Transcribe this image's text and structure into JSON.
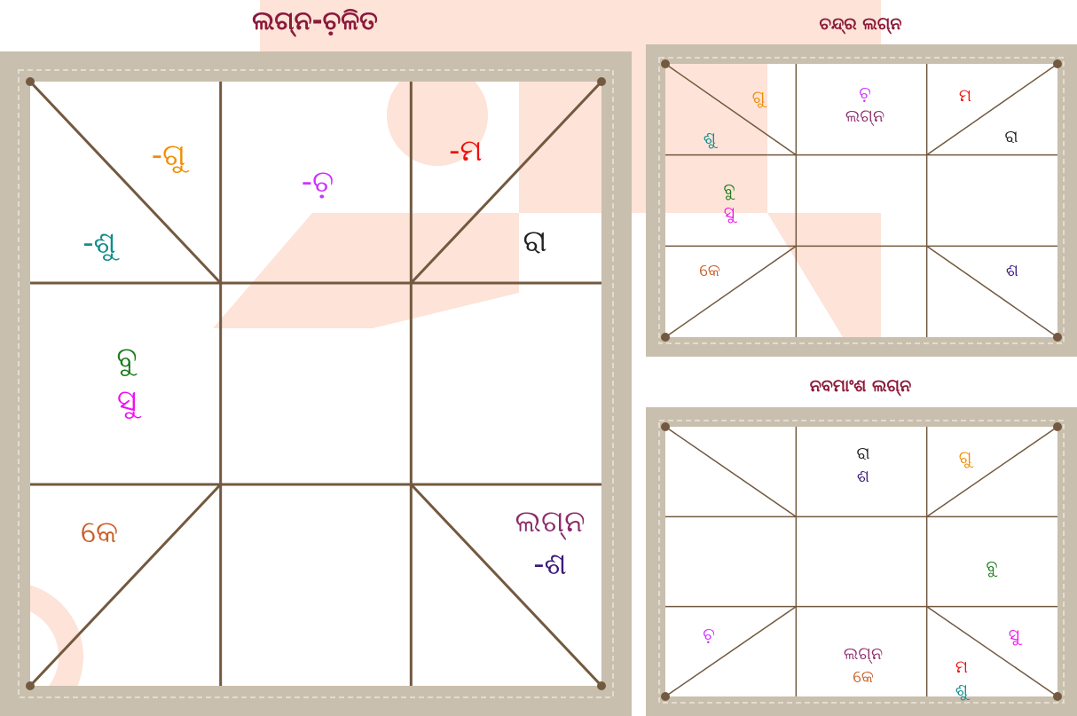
{
  "colors": {
    "frame_border": "#c9bfae",
    "frame_inner": "#ffffff",
    "line": "#73593f",
    "watermark": "#fde3d8",
    "title": "#8b1a3a"
  },
  "main_chart": {
    "title": "ଲଗ୍ନ-ଚ଼ଳିତ",
    "houses": [
      {
        "house": "top-left-upper",
        "planets": [
          {
            "text": "-ଗୁ",
            "color": "#f08c00"
          }
        ]
      },
      {
        "house": "top-center",
        "planets": [
          {
            "text": "-ଚ଼",
            "color": "#cc33ff"
          }
        ]
      },
      {
        "house": "top-right-upper",
        "planets": [
          {
            "text": "-ମ",
            "color": "#ee1111"
          }
        ]
      },
      {
        "house": "top-left-lower",
        "planets": [
          {
            "text": "-ଶୁ",
            "color": "#118c8c"
          }
        ]
      },
      {
        "house": "top-right-lower",
        "planets": [
          {
            "text": "ରା",
            "color": "#222222"
          }
        ]
      },
      {
        "house": "middle-left",
        "planets": [
          {
            "text": "ବୁ",
            "color": "#1a7a1a"
          },
          {
            "text": "ସୁ",
            "color": "#ee11ee"
          }
        ]
      },
      {
        "house": "bottom-left-upper",
        "planets": [
          {
            "text": "କେ",
            "color": "#c8602a"
          }
        ]
      },
      {
        "house": "bottom-right-upper",
        "planets": [
          {
            "text": "ଲଗ୍ନ",
            "color": "#8b2a6a"
          },
          {
            "text": "-ଶ",
            "color": "#3a1a7a"
          }
        ]
      }
    ]
  },
  "chandra_chart": {
    "title": "ଚନ୍ଦ୍ର ଲଗ୍ନ",
    "houses": [
      {
        "house": "top-left-upper",
        "planets": [
          {
            "text": "ଗୁ",
            "color": "#f08c00"
          }
        ]
      },
      {
        "house": "top-center",
        "planets": [
          {
            "text": "ଚ଼",
            "color": "#cc33ff"
          },
          {
            "text": "ଲଗ୍ନ",
            "color": "#8b2a6a"
          }
        ]
      },
      {
        "house": "top-right-upper",
        "planets": [
          {
            "text": "ମ",
            "color": "#ee1111"
          }
        ]
      },
      {
        "house": "top-left-lower",
        "planets": [
          {
            "text": "ଶୁ",
            "color": "#118c8c"
          }
        ]
      },
      {
        "house": "top-right-lower",
        "planets": [
          {
            "text": "ରା",
            "color": "#222222"
          }
        ]
      },
      {
        "house": "middle-left",
        "planets": [
          {
            "text": "ବୁ",
            "color": "#1a7a1a"
          },
          {
            "text": "ସୁ",
            "color": "#ee11ee"
          }
        ]
      },
      {
        "house": "bottom-left-upper",
        "planets": [
          {
            "text": "କେ",
            "color": "#c8602a"
          }
        ]
      },
      {
        "house": "bottom-right-upper",
        "planets": [
          {
            "text": "ଶ",
            "color": "#3a1a7a"
          }
        ]
      }
    ]
  },
  "navamsa_chart": {
    "title": "ନବମାଂଶ ଲଗ୍ନ",
    "houses": [
      {
        "house": "top-center",
        "planets": [
          {
            "text": "ରା",
            "color": "#222222"
          },
          {
            "text": "ଶ",
            "color": "#3a1a7a"
          }
        ]
      },
      {
        "house": "top-right-upper",
        "planets": [
          {
            "text": "ଗୁ",
            "color": "#f08c00"
          }
        ]
      },
      {
        "house": "middle-right",
        "planets": [
          {
            "text": "ବୁ",
            "color": "#1a7a1a"
          }
        ]
      },
      {
        "house": "bottom-left-upper",
        "planets": [
          {
            "text": "ଚ଼",
            "color": "#cc33ff"
          }
        ]
      },
      {
        "house": "bottom-center",
        "planets": [
          {
            "text": "ଲଗ୍ନ",
            "color": "#8b2a6a"
          },
          {
            "text": "କେ",
            "color": "#c8602a"
          }
        ]
      },
      {
        "house": "bottom-right-upper",
        "planets": [
          {
            "text": "ସୁ",
            "color": "#ee11ee"
          }
        ]
      },
      {
        "house": "bottom-right-lower",
        "planets": [
          {
            "text": "ମ",
            "color": "#ee1111"
          },
          {
            "text": "ଶୁ",
            "color": "#118c8c"
          }
        ]
      }
    ]
  }
}
